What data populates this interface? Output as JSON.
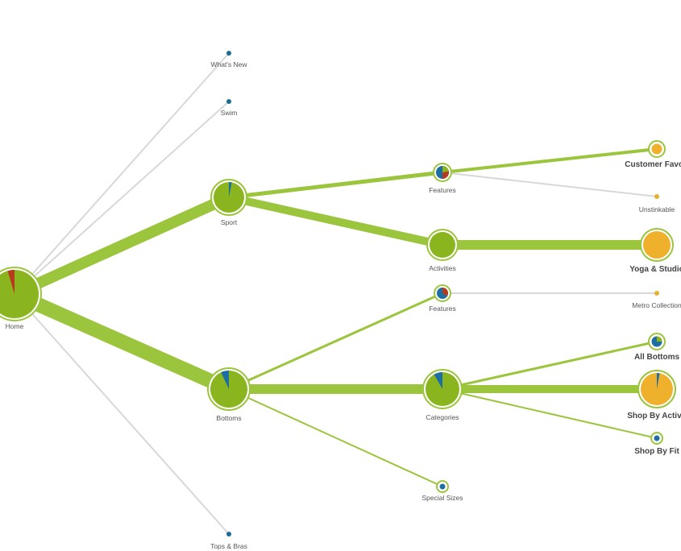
{
  "colors": {
    "green": "#8ab51f",
    "green_light": "#9bc53d",
    "orange": "#efb02b",
    "blue": "#1c6fa0",
    "red": "#b83a1e",
    "grey_link": "#d8d8d8",
    "dot_blue": "#1a6d96",
    "dot_orange": "#e6b030"
  },
  "nodes": {
    "home": "Home",
    "whats_new": "What's New",
    "swim": "Swim",
    "sport": "Sport",
    "bottoms": "Bottoms",
    "tops_bras": "Tops & Bras",
    "features_sport": "Features",
    "activities": "Activities",
    "features_bottoms": "Features",
    "categories": "Categories",
    "special_sizes": "Special Sizes",
    "customer_favorites": "Customer Favori",
    "unstinkable": "Unstinkable",
    "yoga_studio": "Yoga & Studio",
    "metro_collection": "Metro Collection",
    "all_bottoms": "All Bottoms",
    "shop_by_activity": "Shop By Activit",
    "shop_by_fit": "Shop By Fit"
  }
}
